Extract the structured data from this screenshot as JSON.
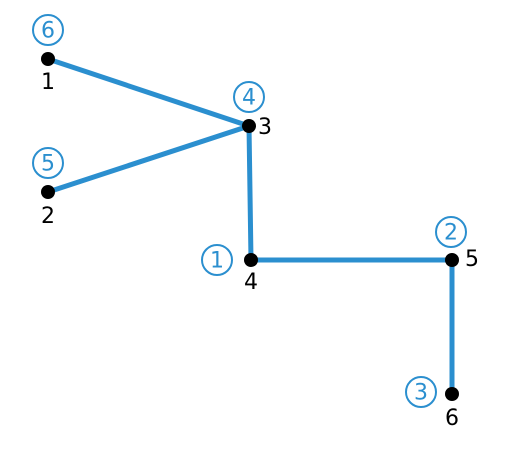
{
  "colors": {
    "edge": "#2b8fcf",
    "node": "#000000",
    "label": "#000000",
    "order": "#2b8fcf"
  },
  "vertices": [
    {
      "id": "1",
      "label": "1",
      "order": "6"
    },
    {
      "id": "2",
      "label": "2",
      "order": "5"
    },
    {
      "id": "3",
      "label": "3",
      "order": "4"
    },
    {
      "id": "4",
      "label": "4",
      "order": "1"
    },
    {
      "id": "5",
      "label": "5",
      "order": "2"
    },
    {
      "id": "6",
      "label": "6",
      "order": "3"
    }
  ],
  "edges": [
    {
      "from": "1",
      "to": "3"
    },
    {
      "from": "2",
      "to": "3"
    },
    {
      "from": "3",
      "to": "4"
    },
    {
      "from": "4",
      "to": "5"
    },
    {
      "from": "5",
      "to": "6"
    }
  ]
}
